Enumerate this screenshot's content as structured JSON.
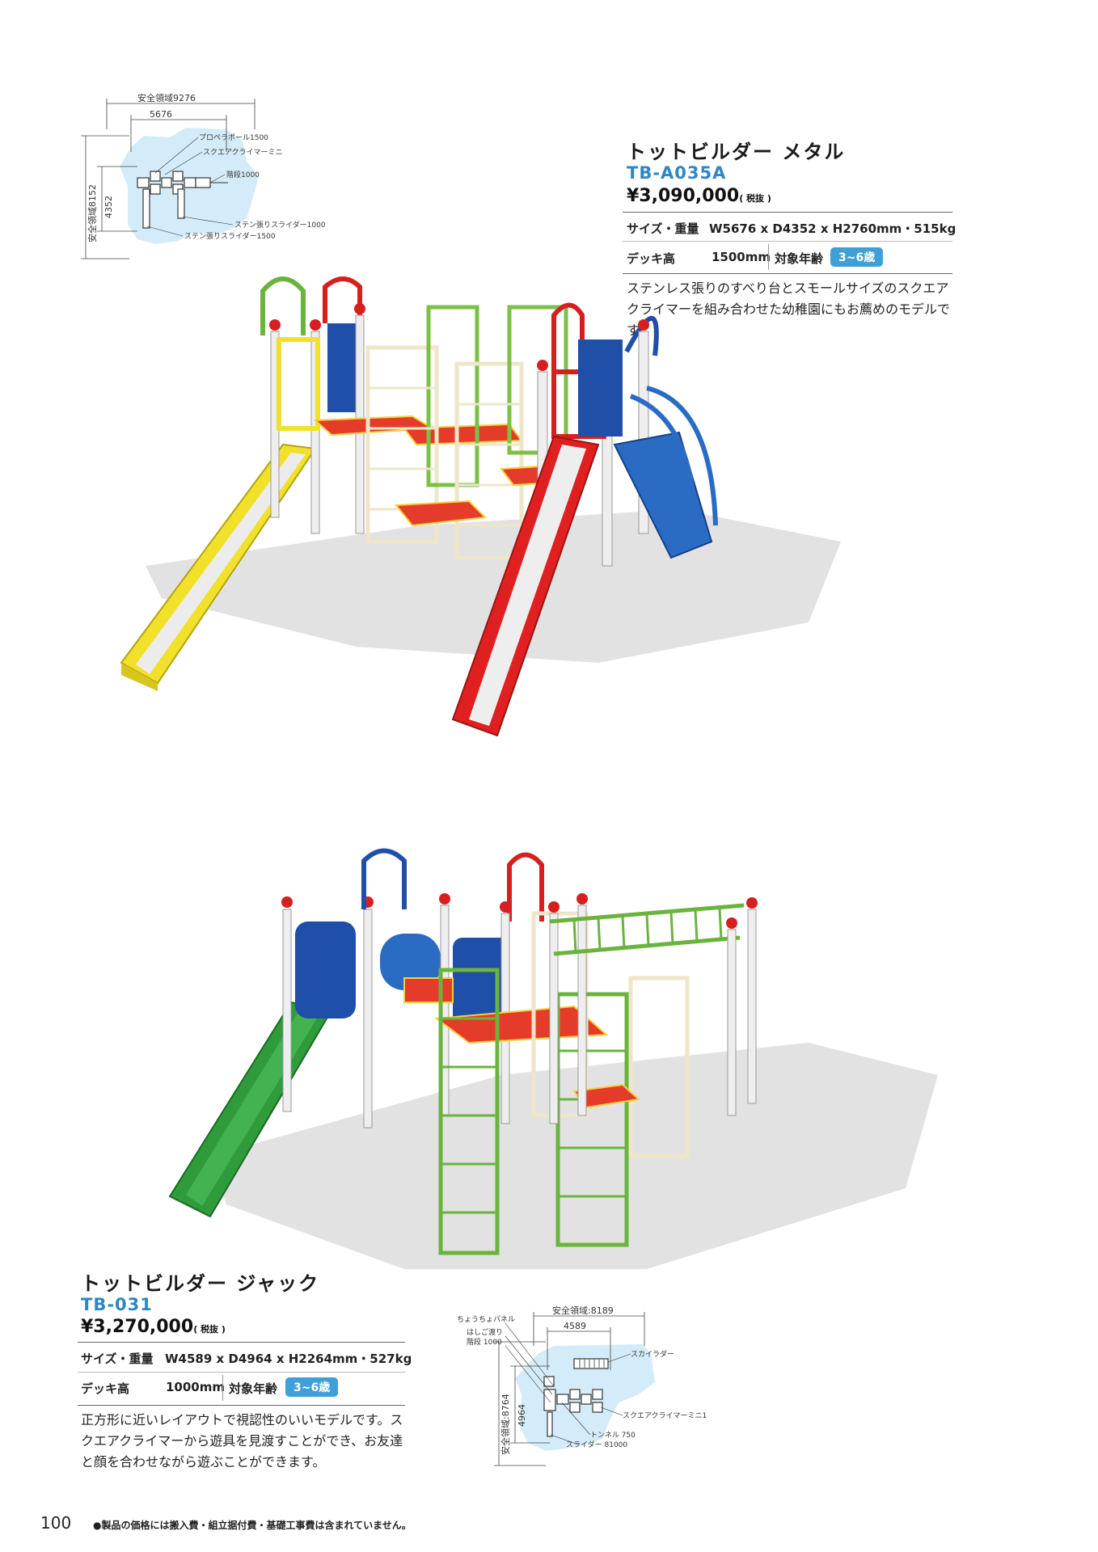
{
  "product1": {
    "name": "トットビルダー メタル",
    "code": "TB-A035A",
    "price": "¥3,090,000",
    "tax": "( 税抜 )",
    "size_label": "サイズ・重量",
    "size_value": "W5676 x D4352 x H2760mm・515kg",
    "deck_label": "デッキ高",
    "deck_value": "1500mm",
    "age_label": "対象年齢",
    "age_value": "3~6歳",
    "description": "ステンレス張りのすべり台とスモールサイズのスクエアクライマーを組み合わせた幼稚園にもお薦めのモデルです。",
    "diagram": {
      "safety_width": "安全領域9276",
      "width": "5676",
      "safety_depth": "安全領域8152",
      "depth": "4352",
      "parts": [
        "プロペラポール1500",
        "スクエアクライマーミニ",
        "階段1000",
        "ステン張りスライダー1000",
        "ステン張りスライダー1500"
      ]
    }
  },
  "product2": {
    "name": "トットビルダー ジャック",
    "code": "TB-031",
    "price": "¥3,270,000",
    "tax": "( 税抜 )",
    "size_label": "サイズ・重量",
    "size_value": "W4589 x D4964 x H2264mm・527kg",
    "deck_label": "デッキ高",
    "deck_value": "1000mm",
    "age_label": "対象年齢",
    "age_value": "3~6歳",
    "description": "正方形に近いレイアウトで視認性のいいモデルです。スクエアクライマーから遊具を見渡すことができ、お友達と顔を合わせながら遊ぶことができます。",
    "diagram": {
      "safety_width": "安全領域:8189",
      "width": "4589",
      "safety_depth": "安全領域:8764",
      "depth": "4964",
      "parts": [
        "ちょうちょパネル",
        "はしご渡り",
        "階段 1000",
        "スカイラダー",
        "スクエアクライマーミニ1",
        "トンネル 750",
        "スライダー 81000"
      ]
    }
  },
  "footer": {
    "page_number": "100",
    "note": "●製品の価格には搬入費・組立据付費・基礎工事費は含まれていません。"
  }
}
